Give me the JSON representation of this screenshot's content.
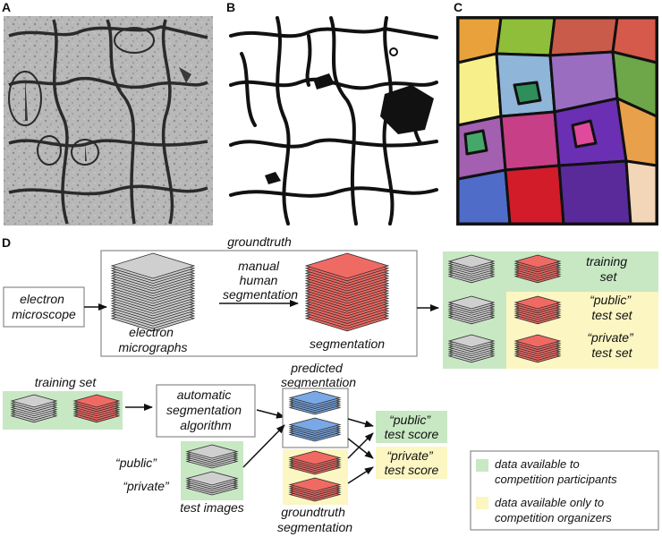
{
  "panels": {
    "a": "A",
    "b": "B",
    "c": "C",
    "d": "D"
  },
  "top_flow": {
    "groundtruth_title": "groundtruth",
    "electron_microscope": [
      "electron",
      "microscope"
    ],
    "electron_micrographs": [
      "electron",
      "micrographs"
    ],
    "manual_segmentation": [
      "manual",
      "human",
      "segmentation"
    ],
    "segmentation": "segmentation",
    "training_set": [
      "training",
      "set"
    ],
    "public_test_set": [
      "“public”",
      "test set"
    ],
    "private_test_set": [
      "“private”",
      "test set"
    ]
  },
  "bottom_flow": {
    "training_set": "training set",
    "algorithm": [
      "automatic",
      "segmentation",
      "algorithm"
    ],
    "predicted_segmentation": [
      "predicted",
      "segmentation"
    ],
    "public_label": "“public”",
    "private_label": "“private”",
    "test_images": "test images",
    "groundtruth_segmentation": [
      "groundtruth",
      "segmentation"
    ],
    "public_score": [
      "“public”",
      "test score"
    ],
    "private_score": [
      "“private”",
      "test score"
    ]
  },
  "legend": {
    "participants": [
      "data available to",
      "competition participants"
    ],
    "organizers": [
      "data available only to",
      "competition organizers"
    ]
  },
  "colors": {
    "green_bg": "#c8e8c4",
    "yellow_bg": "#fbf6c2",
    "gray_slab": "#cfcfcf",
    "red_slab": "#f06a64",
    "blue_slab": "#7aa8e6",
    "edge": "#2b2b2b"
  }
}
